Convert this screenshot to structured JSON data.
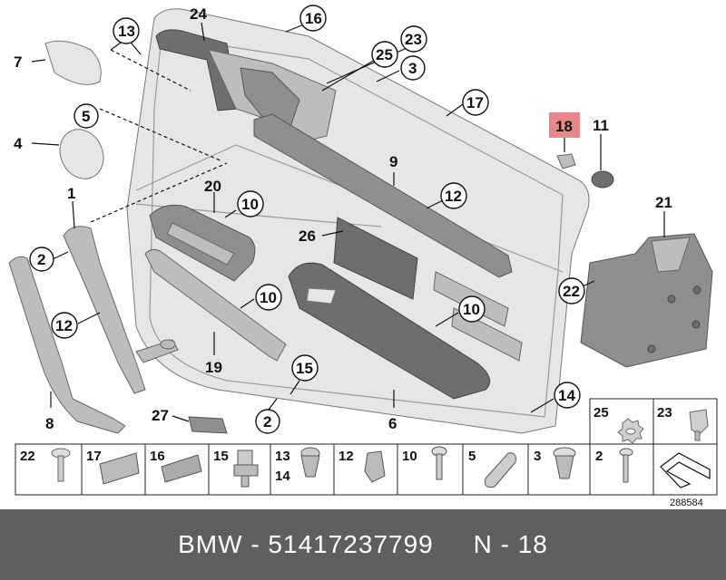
{
  "diagram": {
    "callouts": {
      "c24": "24",
      "c16": "16",
      "c13": "13",
      "c23": "23",
      "c25": "25",
      "c3": "3",
      "c7": "7",
      "c17": "17",
      "c5": "5",
      "c4": "4",
      "c18": "18",
      "c11": "11",
      "c9": "9",
      "c1": "1",
      "c20": "20",
      "c10a": "10",
      "c12a": "12",
      "c21": "21",
      "c2a": "2",
      "c26": "26",
      "c22a": "22",
      "c12b": "12",
      "c10b": "10",
      "c10c": "10",
      "c19": "19",
      "c15": "15",
      "c14": "14",
      "c8": "8",
      "c27": "27",
      "c2b": "2",
      "c6": "6"
    },
    "highlight_color": "#e8868a",
    "reference_number": "288584",
    "parts_grid": {
      "top_right": [
        "25",
        "23"
      ],
      "bottom_row": [
        "22",
        "17",
        "16",
        "15",
        "13",
        "14",
        "12",
        "10",
        "5",
        "3",
        "2"
      ]
    }
  },
  "footer": {
    "text": "BMW - 51417237799     N - 18",
    "background": "#5f5f5f"
  }
}
